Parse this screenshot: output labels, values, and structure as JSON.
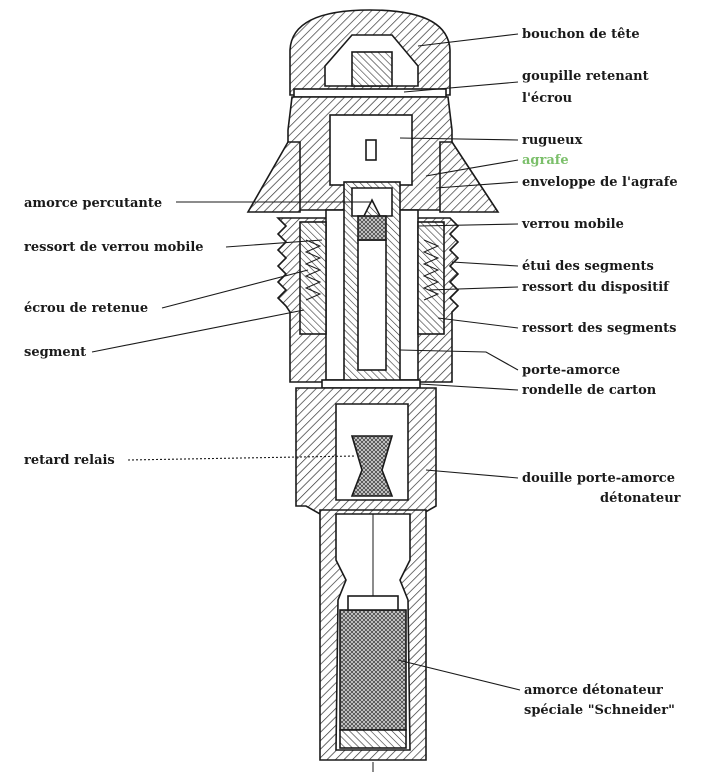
{
  "labels": {
    "bouchon_de_tete": "bouchon de tête",
    "goupille_line1": "goupille retenant",
    "goupille_line2": "l'écrou",
    "rugueux": "rugueux",
    "agrafe": "agrafe",
    "enveloppe_agrafe": "enveloppe de l'agrafe",
    "amorce_percutante": "amorce percutante",
    "verrou_mobile": "verrou mobile",
    "ressort_verrou_mobile": "ressort de verrou mobile",
    "etui_segments": "étui des segments",
    "ressort_dispositif": "ressort du dispositif",
    "ecrou_retenue": "écrou de retenue",
    "ressort_segments": "ressort des segments",
    "segment": "segment",
    "porte_amorce": "porte-amorce",
    "rondelle_carton": "rondelle de carton",
    "retard_relais": "retard relais",
    "douille_line1": "douille porte-amorce",
    "douille_line2": "détonateur",
    "amorce_det_line1": "amorce détonateur",
    "amorce_det_line2": "spéciale \"Schneider\""
  },
  "colors": {
    "ink": "#1a1a1a",
    "highlight": "#7bbf6a",
    "background": "#ffffff"
  }
}
